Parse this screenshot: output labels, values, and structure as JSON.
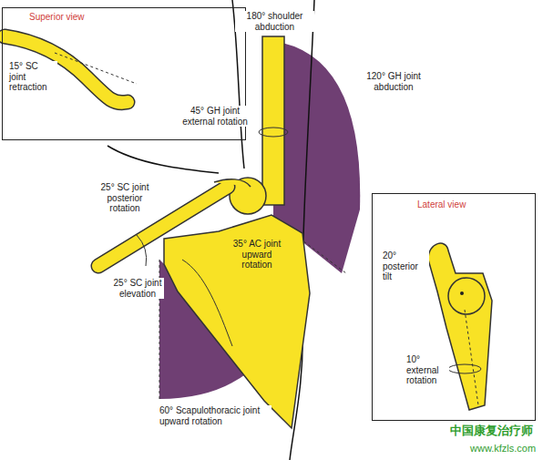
{
  "diagram": {
    "nodes": [
      {
        "text": [
          "Superior view",
          "15° SC joint retraction"
        ]
      },
      {
        "text": [
          "Lateral view",
          "20° posterior tilt",
          "10° external rotation"
        ]
      }
    ],
    "labels": [
      "180° shoulder abduction",
      "120° GH joint abduction",
      "45° GH joint external rotation",
      "25° SC joint posterior rotation",
      "35° AC joint upward rotation",
      "25° SC joint elevation",
      "60° Scapulothoracic joint upward rotation",
      "中国康复治疗师",
      "www.kfzls.com"
    ]
  }
}
